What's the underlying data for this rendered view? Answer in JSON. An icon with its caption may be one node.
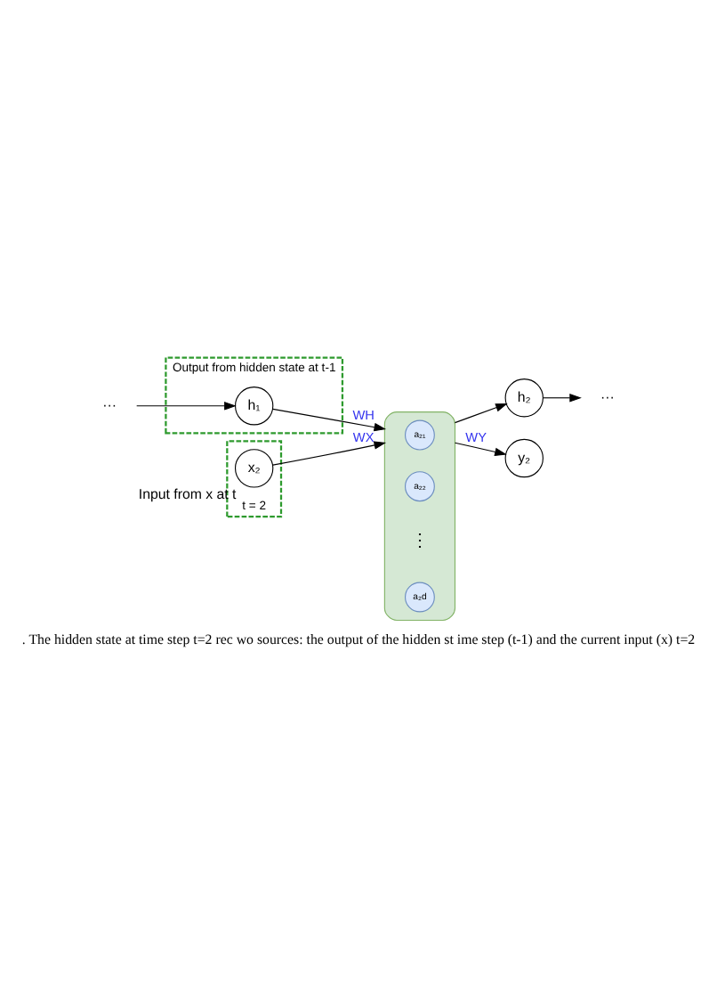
{
  "diagram": {
    "caption": ". The hidden state at time step t=2 rec wo sources: the output of the hidden st ime step (t-1) and the current input (x) t=2",
    "nodes": [
      {
        "text": [
          "···"
        ]
      },
      {
        "text": [
          "Output from hidden state at t-1"
        ]
      },
      {
        "text": [
          "h₁"
        ],
        "in": 1
      },
      {
        "text": [],
        "shape": "box"
      },
      {
        "text": [
          "a₂₁"
        ],
        "in": 3
      },
      {
        "text": [
          "a₂₂"
        ],
        "in": 3
      },
      {
        "text": [
          "a₂d"
        ],
        "in": 3
      },
      {
        "text": [
          "h₂"
        ]
      },
      {
        "text": [
          "···"
        ]
      },
      {
        "text": [
          "y₂"
        ]
      },
      {
        "text": [
          "t = 2"
        ]
      },
      {
        "text": [
          "x₂"
        ],
        "in": 10,
        "beside": [
          "Input from x at t"
        ]
      }
    ],
    "edges": [
      {
        "from": 0,
        "to": 2,
        "arrow": "to"
      },
      {
        "from": 2,
        "to": 3,
        "arrow": "to",
        "label": "WH"
      },
      {
        "from": 3,
        "to": 7,
        "arrow": "to"
      },
      {
        "from": 7,
        "to": 8,
        "arrow": "to"
      },
      {
        "from": 3,
        "to": 9,
        "arrow": "to",
        "label": "WY"
      },
      {
        "from": 11,
        "to": 3,
        "arrow": "to",
        "label": "WX"
      }
    ],
    "labels": [
      "⋮"
    ]
  }
}
